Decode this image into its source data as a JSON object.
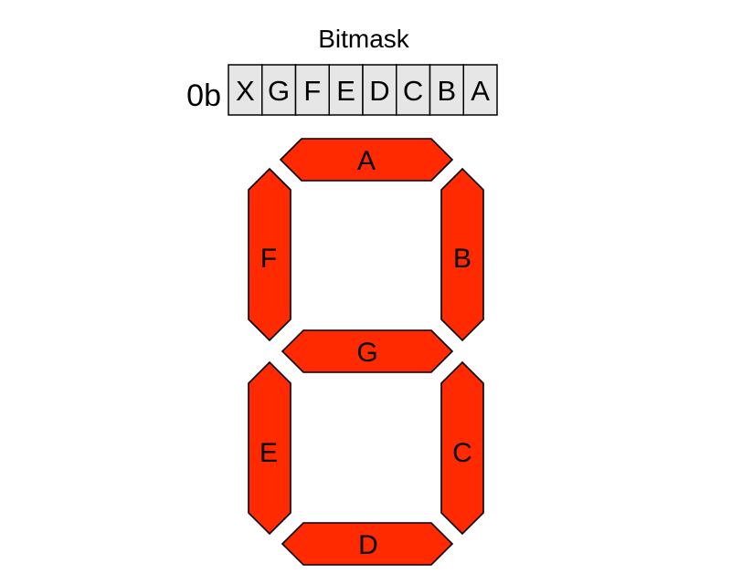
{
  "title": "Bitmask",
  "prefix": "0b",
  "bits": [
    "X",
    "G",
    "F",
    "E",
    "D",
    "C",
    "B",
    "A"
  ],
  "segments": {
    "a": "A",
    "b": "B",
    "c": "C",
    "d": "D",
    "e": "E",
    "f": "F",
    "g": "G"
  },
  "colors": {
    "segment_fill": "#ff2a00",
    "cell_fill": "#e6e6e6",
    "stroke": "#000000"
  }
}
